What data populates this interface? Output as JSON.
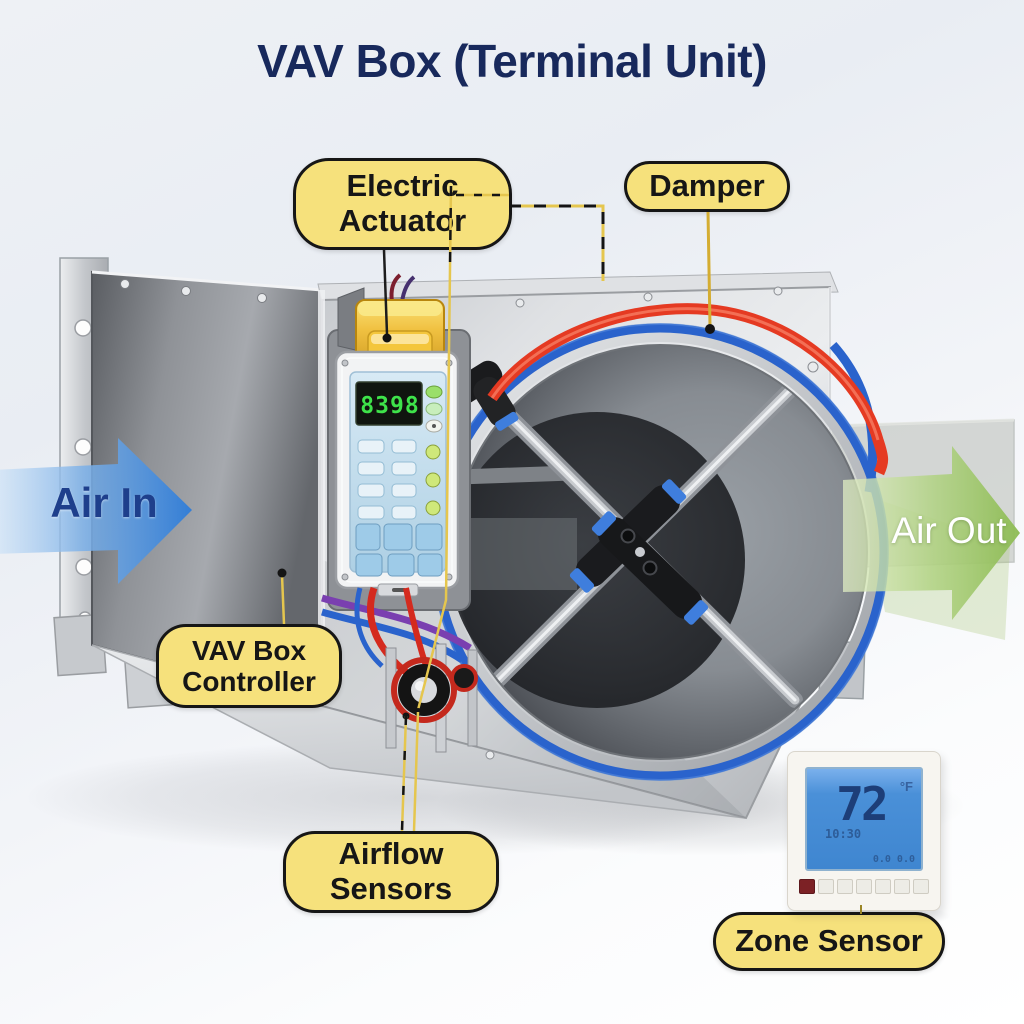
{
  "title": "VAV Box (Terminal Unit)",
  "callouts": {
    "electric_actuator": "Electric\nActuator",
    "damper": "Damper",
    "vav_box_controller": "VAV Box\nController",
    "airflow_sensors": "Airflow\nSensors",
    "zone_sensor": "Zone Sensor"
  },
  "airflow": {
    "in_label": "Air In",
    "out_label": "Air Out"
  },
  "devices": {
    "controller_display_value": "8398",
    "thermostat": {
      "temperature": "72",
      "unit": "°F",
      "time": "10:30",
      "aux": "0.0 0.0"
    }
  },
  "colors": {
    "title": "#18295c",
    "callout_fill": "#f6e17c",
    "callout_border": "#161616",
    "air_in_arrow": "#2e7cd8",
    "air_out_arrow": "#8cbb52",
    "leader_line": "#e5c64e",
    "actuator_yellow": "#e8b62e",
    "tube_red": "#e53a22",
    "tube_blue": "#2a63cc"
  }
}
